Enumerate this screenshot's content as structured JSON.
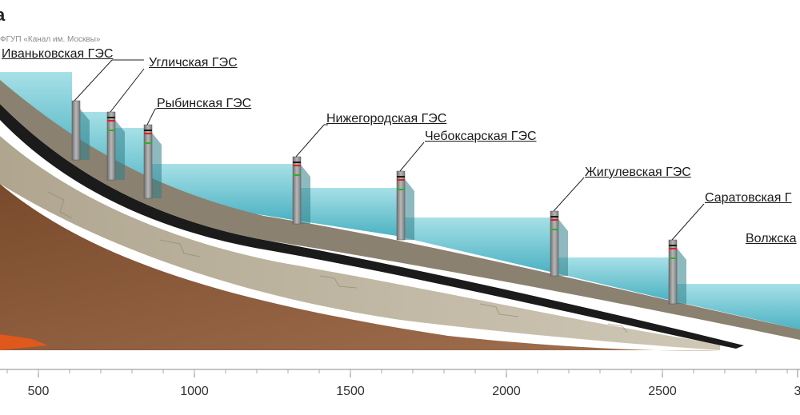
{
  "header": {
    "title": "а",
    "source": "ФГУП «Канал им. Москвы»"
  },
  "dams": [
    {
      "name": "Иваньковская ГЭС"
    },
    {
      "name": "Угличская ГЭС"
    },
    {
      "name": "Рыбинская ГЭС"
    },
    {
      "name": "Нижегородская ГЭС"
    },
    {
      "name": "Чебоксарская ГЭС"
    },
    {
      "name": "Жигулевская ГЭС"
    },
    {
      "name": "Саратовская Г"
    },
    {
      "name": "Волжска"
    }
  ],
  "axis": {
    "ticks": [
      "500",
      "1000",
      "1500",
      "2000",
      "2500"
    ],
    "last_partial": "3"
  },
  "colors": {
    "water": "#8fd3dc",
    "water_deep": "#4fb7c6",
    "gravel": "#8a8170",
    "black_seam": "#1b1b1b",
    "stone": "#bdb5a2",
    "clay": "#8a5a3a",
    "lava": "#e0581c"
  }
}
